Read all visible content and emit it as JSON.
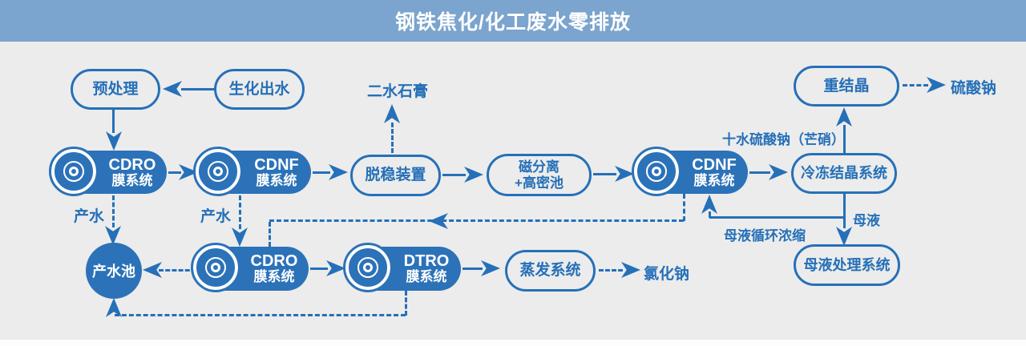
{
  "header": {
    "title": "钢铁焦化/化工废水零排放"
  },
  "colors": {
    "header_bg": "#7ba4ce",
    "line_blue": "#2570b8",
    "node_fill": "#2c72b8",
    "canvas_bg": "#ececec"
  },
  "nodes": {
    "pretreatment": {
      "label": "预处理"
    },
    "biochemical_effluent": {
      "label": "生化出水"
    },
    "cdro_membrane_top": {
      "title": "CDRO",
      "subtitle": "膜系统"
    },
    "cdnf_membrane_top": {
      "title": "CDNF",
      "subtitle": "膜系统"
    },
    "destabilization": {
      "label": "脱稳装置"
    },
    "magnetic_separation": {
      "line1": "磁分离",
      "line2": "+高密池"
    },
    "cdnf_membrane_right": {
      "title": "CDNF",
      "subtitle": "膜系统"
    },
    "freezing_crystallization": {
      "label": "冷冻结晶系统"
    },
    "recrystallization": {
      "label": "重结晶"
    },
    "mother_liquor_treatment": {
      "label": "母液处理系统"
    },
    "product_water_pool": {
      "label": "产水池"
    },
    "cdro_membrane_bottom": {
      "title": "CDRO",
      "subtitle": "膜系统"
    },
    "dtro_membrane": {
      "title": "DTRO",
      "subtitle": "膜系统"
    },
    "evaporation": {
      "label": "蒸发系统"
    }
  },
  "flow_labels": {
    "dihydrate_gypsum": "二水石膏",
    "sodium_sulfate": "硫酸钠",
    "mirabilite": "十水硫酸钠（芒硝）",
    "mother_liquor": "母液",
    "mother_liquor_recycle": "母液循环浓缩",
    "product_water_left": "产水",
    "product_water_mid": "产水",
    "sodium_chloride": "氯化钠"
  }
}
